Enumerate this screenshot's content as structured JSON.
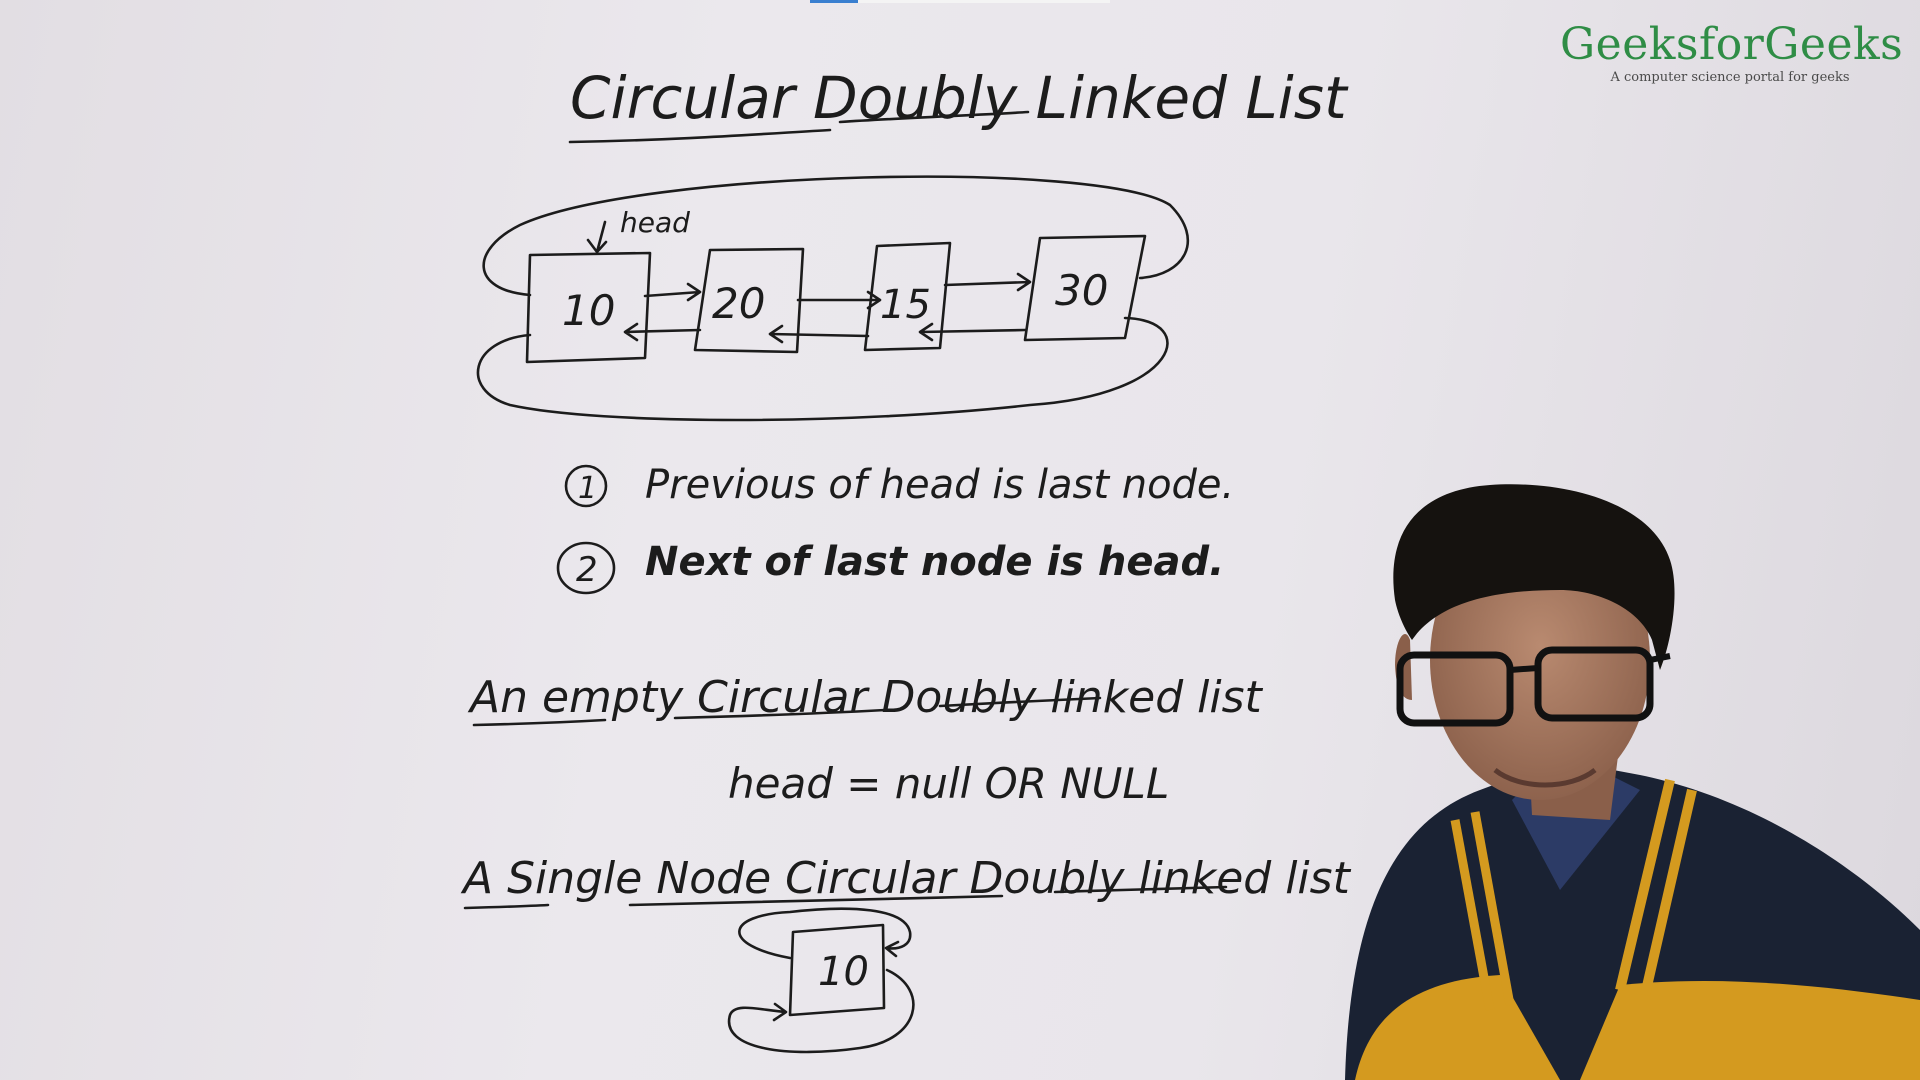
{
  "board": {
    "title": "Circular Doubly Linked List",
    "head_label": "head",
    "nodes": [
      "10",
      "20",
      "15",
      "30"
    ],
    "points": [
      {
        "number": "1",
        "text": "Previous of head is last node."
      },
      {
        "number": "2",
        "text": "Next of last node is head."
      }
    ],
    "empty_heading": "An empty Circular Doubly linked list",
    "empty_expression": "head = null OR NULL",
    "single_heading": "A Single Node Circular Doubly linked list",
    "single_node": "10"
  },
  "logo": {
    "title": "GeeksforGeeks",
    "tagline": "A computer science portal for geeks"
  },
  "video": {
    "progress": 0.16
  },
  "colors": {
    "ink": "#1c1c1c",
    "logo_green": "#2f8d46",
    "board": "#e9e6eb",
    "progress_accent": "#3a7fd0",
    "jacket_mustard": "#d49a1f",
    "jacket_navy": "#1a2233"
  }
}
